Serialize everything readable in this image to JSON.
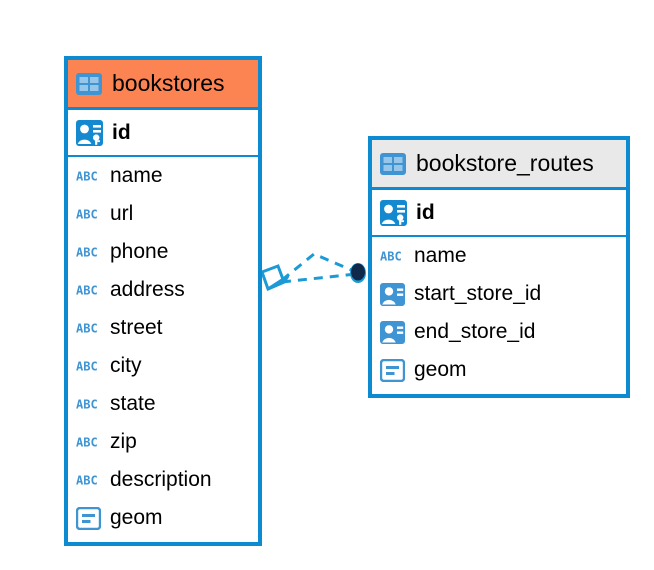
{
  "diagram": {
    "type": "entity-relationship-diagram",
    "colors": {
      "border_blue": "#0d8bd1",
      "header_highlight_orange": "#fb8452",
      "header_default_gray": "#e9e9e9",
      "icon_blue": "#3f94d4",
      "connector_blue": "#1c9ad6",
      "connector_endpoint_dark": "#10294a",
      "text_black": "#000000",
      "background_white": "#ffffff"
    },
    "entities": [
      {
        "name": "bookstores",
        "header_icon": "table-icon",
        "header_style": "orange",
        "key_fields": [
          {
            "label": "id",
            "icon": "primary-key-icon",
            "type": "primary-key"
          }
        ],
        "fields": [
          {
            "label": "name",
            "icon": "text-type-icon",
            "type": "text"
          },
          {
            "label": "url",
            "icon": "text-type-icon",
            "type": "text"
          },
          {
            "label": "phone",
            "icon": "text-type-icon",
            "type": "text"
          },
          {
            "label": "address",
            "icon": "text-type-icon",
            "type": "text"
          },
          {
            "label": "street",
            "icon": "text-type-icon",
            "type": "text"
          },
          {
            "label": "city",
            "icon": "text-type-icon",
            "type": "text"
          },
          {
            "label": "state",
            "icon": "text-type-icon",
            "type": "text"
          },
          {
            "label": "zip",
            "icon": "text-type-icon",
            "type": "text"
          },
          {
            "label": "description",
            "icon": "text-type-icon",
            "type": "text"
          },
          {
            "label": "geom",
            "icon": "geometry-type-icon",
            "type": "geometry"
          }
        ]
      },
      {
        "name": "bookstore_routes",
        "header_icon": "table-icon",
        "header_style": "gray",
        "key_fields": [
          {
            "label": "id",
            "icon": "primary-key-icon",
            "type": "primary-key"
          }
        ],
        "fields": [
          {
            "label": "name",
            "icon": "text-type-icon",
            "type": "text"
          },
          {
            "label": "start_store_id",
            "icon": "foreign-key-icon",
            "type": "foreign-key"
          },
          {
            "label": "end_store_id",
            "icon": "foreign-key-icon",
            "type": "foreign-key"
          },
          {
            "label": "geom",
            "icon": "geometry-type-icon",
            "type": "geometry"
          }
        ]
      }
    ],
    "relationship": {
      "style": "dashed",
      "source_endpoint": "diamond-marker",
      "target_endpoint": "filled-circle-marker",
      "from": "bookstores",
      "to": "bookstore_routes"
    }
  }
}
